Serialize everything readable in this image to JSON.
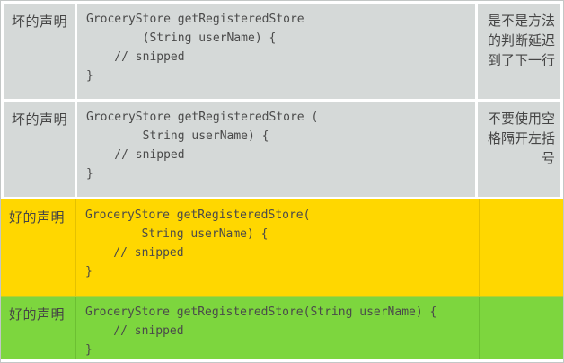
{
  "table": {
    "description_labels": {
      "bad": "坏的声明",
      "good": "好的声明"
    },
    "rows": [
      {
        "type": "bad",
        "label": "坏的声明",
        "code": "GroceryStore getRegisteredStore\n        (String userName) {\n    // snipped\n}",
        "note": "是不是方法的判断延迟到了下一行"
      },
      {
        "type": "bad",
        "label": "坏的声明",
        "code": "GroceryStore getRegisteredStore (\n        String userName) {\n    // snipped\n}",
        "note": "不要使用空格隔开左括号"
      },
      {
        "type": "good",
        "label": "好的声明",
        "code": "GroceryStore getRegisteredStore(\n        String userName) {\n    // snipped\n}",
        "note": ""
      },
      {
        "type": "good",
        "label": "好的声明",
        "code": "GroceryStore getRegisteredStore(String userName) {\n    // snipped\n}",
        "note": ""
      }
    ],
    "colors": {
      "bad_row_bg": "#d5d9d8",
      "good_row_yellow": "#ffd700",
      "good_row_green": "#7dd63e",
      "separator_white": "#ffffff",
      "yellow_separator": "#e4c100",
      "green_separator": "#6cc032",
      "outer_border": "#c3c7c6",
      "text": "#454545",
      "code_text": "#4a4a4a"
    }
  }
}
